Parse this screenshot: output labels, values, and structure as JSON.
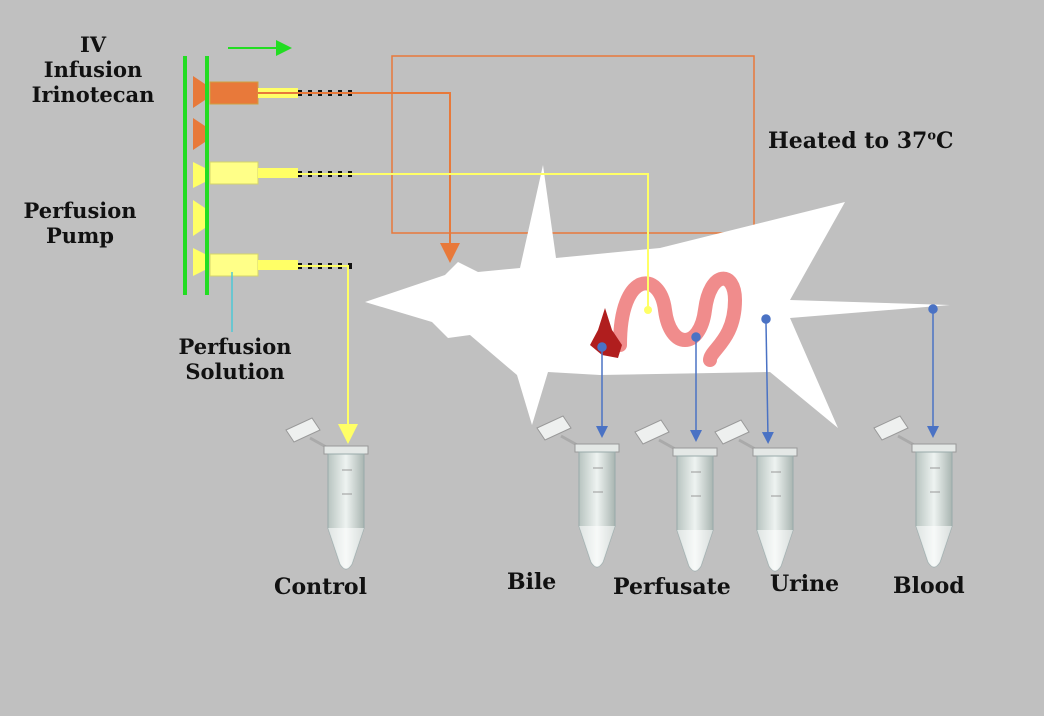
{
  "labels": {
    "iv_infusion": [
      "IV",
      "Infusion",
      "Irinotecan"
    ],
    "perfusion_pump": [
      "Perfusion",
      "Pump"
    ],
    "perfusion_solution": [
      "Perfusion",
      "Solution"
    ],
    "heated_prefix": "Heated to 37",
    "heated_degree": "o",
    "heated_unit": "C",
    "tubes": [
      "Control",
      "Bile",
      "Perfusate",
      "Urine",
      "Blood"
    ]
  },
  "colors": {
    "background": "#c0c0c0",
    "pump_rail": "#22dd22",
    "infusion_line": "#e8793a",
    "perfusion_line": "#ffff66",
    "sampling_line": "#4a72c4",
    "heated_box": "#e8793a",
    "intestine": "#f08c8c",
    "liver": "#b01e1e"
  }
}
